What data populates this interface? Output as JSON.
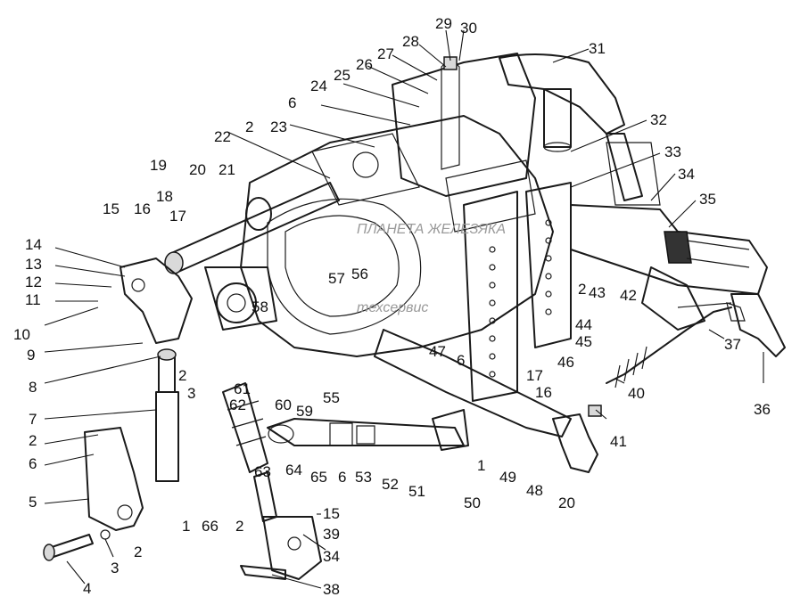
{
  "watermark": {
    "line1": "ПЛАНЕТА ЖЕЛЕЗЯКА",
    "line2": "техсервис"
  },
  "labels": {
    "n1": "1",
    "n2": "2",
    "n3": "3",
    "n4": "4",
    "n5": "5",
    "n6": "6",
    "n7": "7",
    "n8": "8",
    "n9": "9",
    "n10": "10",
    "n11": "11",
    "n12": "12",
    "n13": "13",
    "n14": "14",
    "n15": "15",
    "n16": "16",
    "n17": "17",
    "n18": "18",
    "n19": "19",
    "n20": "20",
    "n21": "21",
    "n22": "22",
    "n23": "23",
    "n24": "24",
    "n25": "25",
    "n26": "26",
    "n27": "27",
    "n28": "28",
    "n29": "29",
    "n30": "30",
    "n31": "31",
    "n32": "32",
    "n33": "33",
    "n34": "34",
    "n35": "35",
    "n36": "36",
    "n37": "37",
    "n38": "38",
    "n39": "39",
    "n40": "40",
    "n41": "41",
    "n42": "42",
    "n43": "43",
    "n44": "44",
    "n45": "45",
    "n46": "46",
    "n47": "47",
    "n48": "48",
    "n49": "49",
    "n50": "50",
    "n51": "51",
    "n52": "52",
    "n53": "53",
    "n55": "55",
    "n56": "56",
    "n57": "57",
    "n58": "58",
    "n59": "59",
    "n60": "60",
    "n61": "61",
    "n62": "62",
    "n63": "63",
    "n64": "64",
    "n65": "65",
    "n66": "66"
  }
}
